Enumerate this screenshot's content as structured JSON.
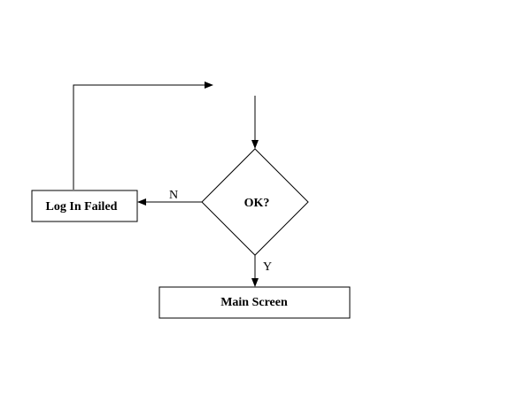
{
  "diagram": {
    "nodes": {
      "login_failed": {
        "label": "Log In Failed"
      },
      "decision": {
        "label": "OK?"
      },
      "main_screen": {
        "label": "Main Screen"
      }
    },
    "edges": {
      "no_label": "N",
      "yes_label": "Y"
    }
  },
  "colors": {
    "stroke": "#000000",
    "background": "#ffffff"
  }
}
